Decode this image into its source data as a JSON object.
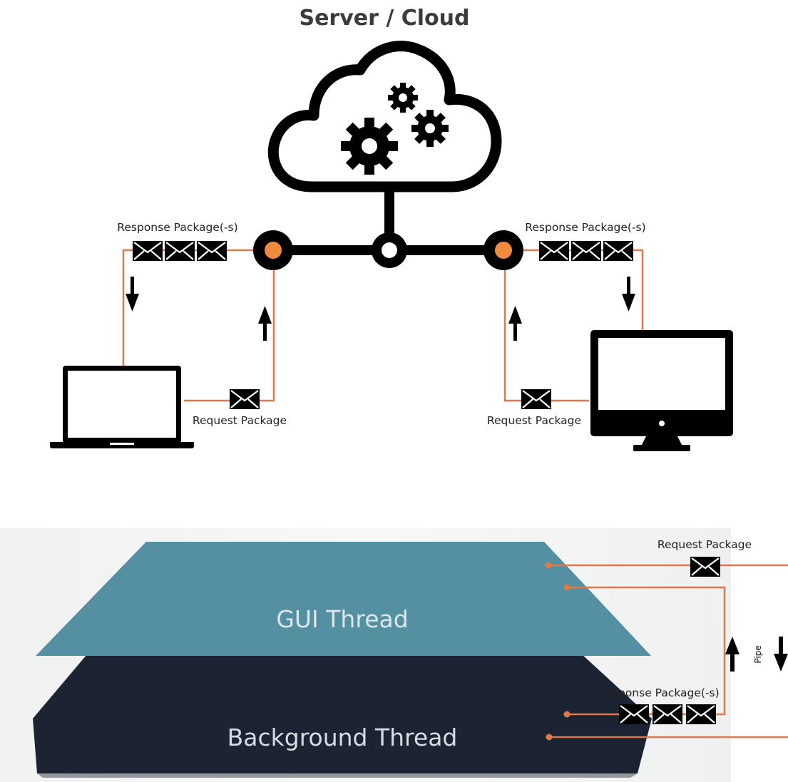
{
  "title": "Server / Cloud",
  "labels": {
    "response_left": "Response Package(-s)",
    "response_right": "Response Package(-s)",
    "request_left": "Request Package",
    "request_right": "Request Package",
    "request_threads": "Request Package",
    "response_threads": "Response Package(-s)",
    "pipe": "Pipe"
  },
  "threads": {
    "gui": "GUI Thread",
    "background": "Background Thread"
  },
  "colors": {
    "wire": "#e0794a",
    "node_fill": "#ef8a3e",
    "icon": "#000000",
    "gui_thread": "#548fa2",
    "background_thread": "#1c2433",
    "panel_bg": "#f4f5f5"
  },
  "icons": [
    "cloud-gears-icon",
    "laptop-icon",
    "desktop-monitor-icon",
    "envelope-icon",
    "arrow-up-icon",
    "arrow-down-icon"
  ]
}
